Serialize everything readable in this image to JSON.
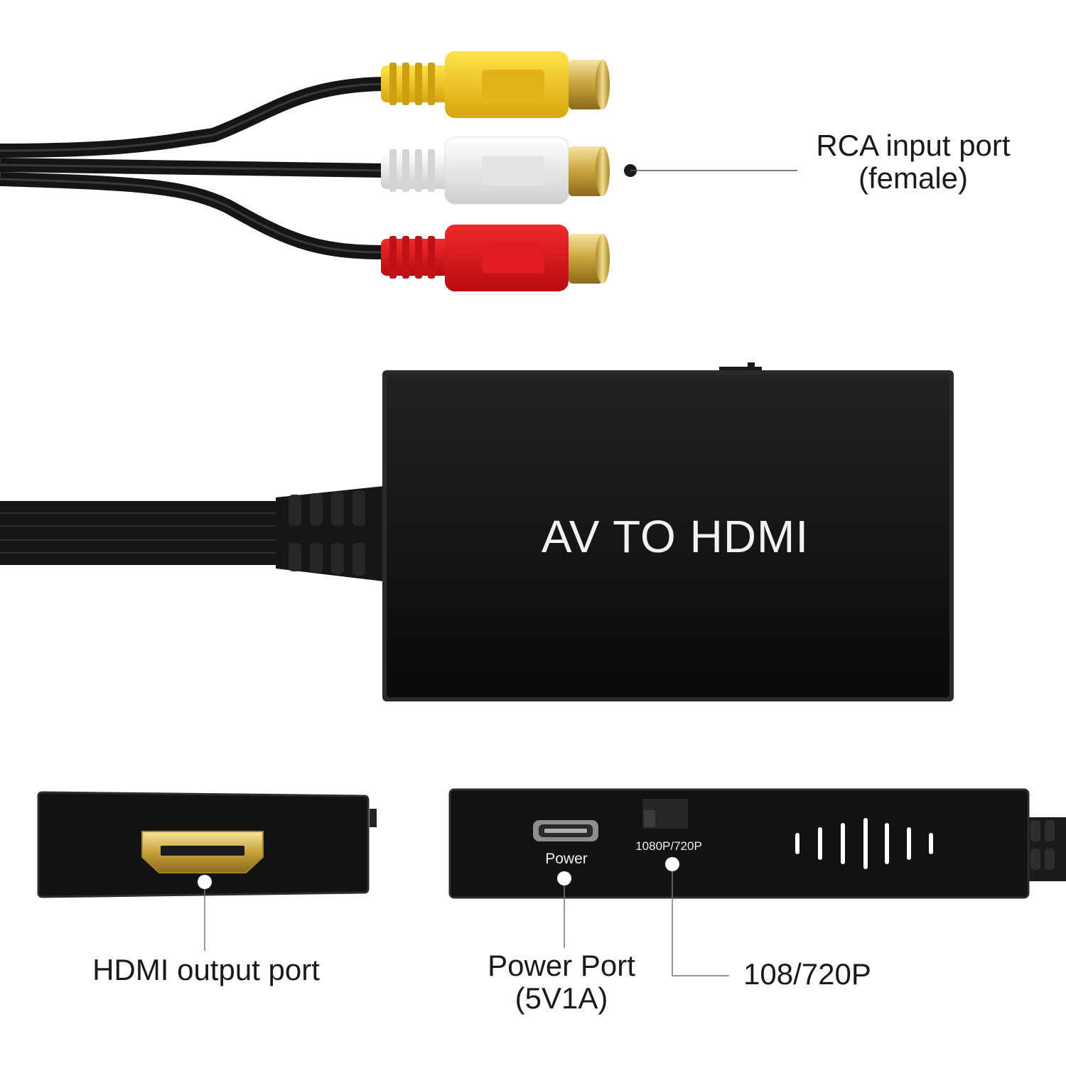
{
  "product": {
    "name": "AV TO HDMI"
  },
  "callouts": {
    "rca_line1": "RCA input port",
    "rca_line2": "(female)",
    "hdmi_output": "HDMI output port",
    "power_line1": "Power Port",
    "power_line2": "(5V1A)",
    "resolution": "108/720P"
  },
  "side_panel": {
    "power_label": "Power",
    "resolution_label": "1080P/720P"
  },
  "colors": {
    "background": "#ffffff",
    "device_body": "#111111",
    "cable": "#151515",
    "rca_yellow": "#f2cc1a",
    "rca_white": "#ececec",
    "rca_red": "#d8141b",
    "gold_contact": "#c9a23a"
  }
}
